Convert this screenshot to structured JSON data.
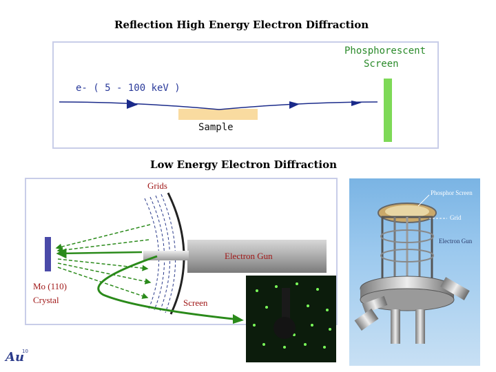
{
  "rheed": {
    "title": "Reflection High Energy Electron Diffraction",
    "screen_label_line1": "Phosphorescent",
    "screen_label_line2": "Screen",
    "beam_label": "e- ( 5 - 100 keV )",
    "sample_label": "Sample",
    "colors": {
      "screen": "#7ed957",
      "sample": "#f9dba0",
      "beam": "#1a2a8a",
      "label": "#2a3a9a",
      "screen_label": "#2a8a2a"
    }
  },
  "leed": {
    "title": "Low Energy Electron Diffraction",
    "grids_label": "Grids",
    "gun_label": "Electron Gun",
    "crystal_label_line1": "Mo (110)",
    "crystal_label_line2": "Crystal",
    "screen_label": "Screen",
    "colors": {
      "arrows": "#2a8a1a",
      "crystal": "#4a4aa8",
      "text": "#a01818"
    }
  },
  "photo": {
    "phosphor_label": "Phosphor Screen",
    "grid_label": "Grid",
    "gun_label": "Electron Gun"
  },
  "logo": {
    "text": "Au",
    "superscript": "10"
  }
}
